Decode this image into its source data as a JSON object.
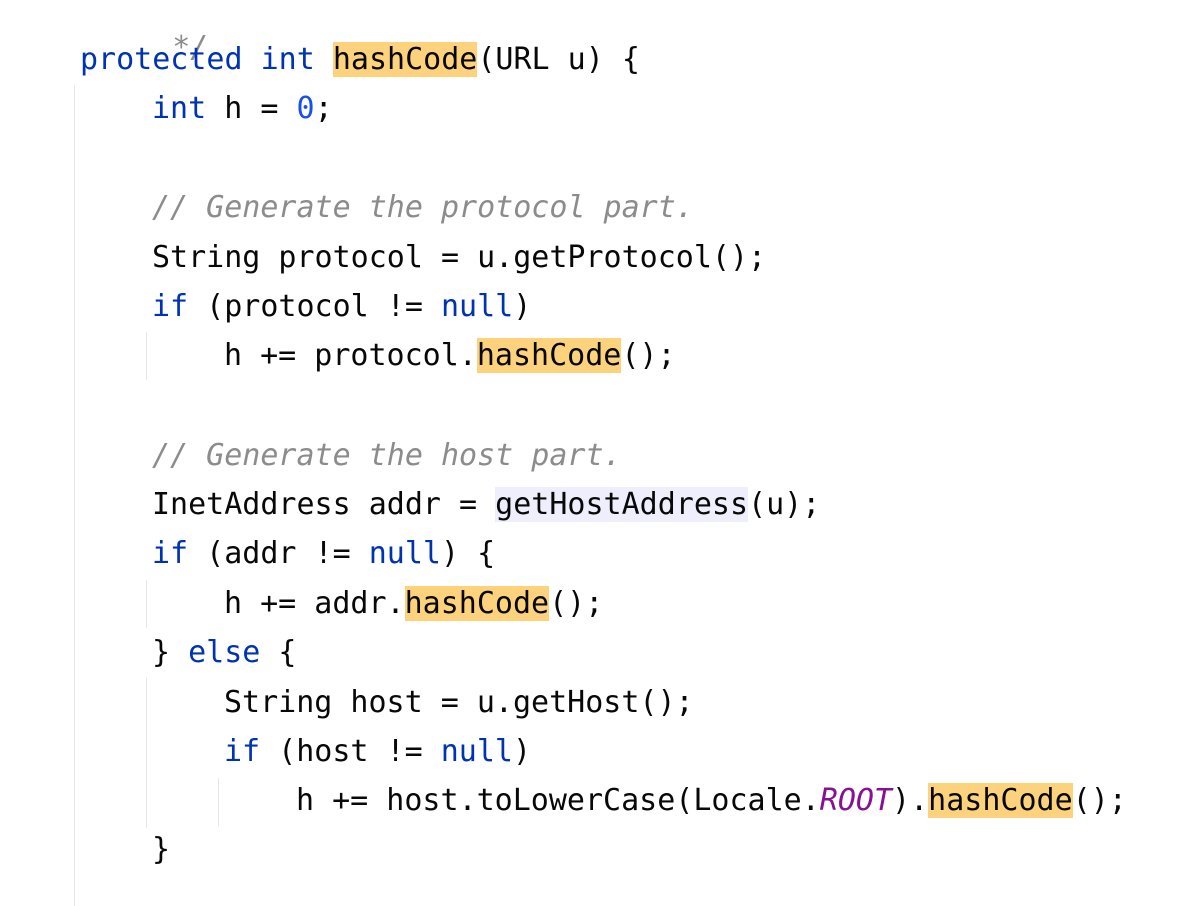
{
  "editor": {
    "language": "java",
    "colors": {
      "keyword": "#0033b3",
      "number": "#1750eb",
      "comment": "#8c8c8c",
      "static_field": "#871094",
      "usage_highlight": "#fcd27d",
      "call_highlight": "#eeeefc"
    },
    "comment_end": "*/",
    "l1": {
      "kw1": "protected",
      "kw2": "int",
      "method": "hashCode",
      "rest": "(URL u) {"
    },
    "l2": {
      "kw": "int",
      "mid": " h = ",
      "num": "0",
      "end": ";"
    },
    "l3": {
      "comment": "// Generate the protocol part."
    },
    "l4": {
      "text": "String protocol = u.getProtocol();"
    },
    "l5": {
      "kw1": "if",
      "mid": " (protocol != ",
      "kw2": "null",
      "end": ")"
    },
    "l6": {
      "pre": "h += protocol.",
      "method": "hashCode",
      "end": "();"
    },
    "l7": {
      "comment": "// Generate the host part."
    },
    "l8": {
      "pre": "InetAddress addr = ",
      "call": "getHostAddress",
      "end": "(u);"
    },
    "l9": {
      "kw1": "if",
      "mid": " (addr != ",
      "kw2": "null",
      "end": ") {"
    },
    "l10": {
      "pre": "h += addr.",
      "method": "hashCode",
      "end": "();"
    },
    "l11": {
      "pre": "} ",
      "kw": "else",
      "end": " {"
    },
    "l12": {
      "text": "String host = u.getHost();"
    },
    "l13": {
      "kw1": "if",
      "mid": " (host != ",
      "kw2": "null",
      "end": ")"
    },
    "l14": {
      "pre": "h += host.toLowerCase(Locale.",
      "field": "ROOT",
      "mid": ").",
      "method": "hashCode",
      "end": "();"
    },
    "l15": {
      "text": "}"
    }
  }
}
